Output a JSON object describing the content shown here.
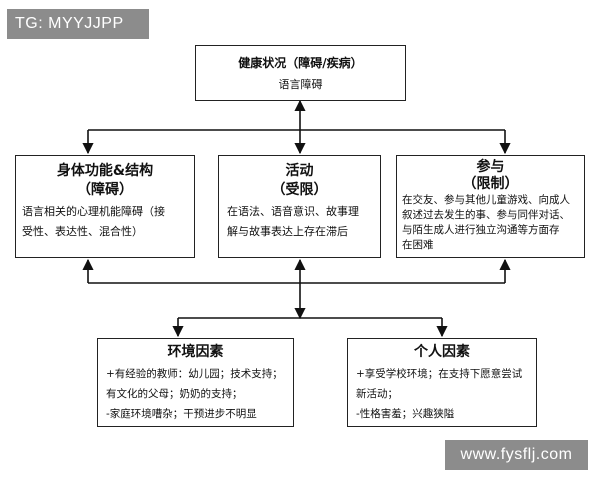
{
  "watermark_top": "TG: MYYJJPP",
  "watermark_bottom": "www.fysflj.com",
  "health": {
    "title": "健康状况（障碍/疾病）",
    "subtitle": "语言障碍"
  },
  "body_function": {
    "title": "身体功能&结构",
    "subtitle": "（障碍）",
    "lines": [
      "语言相关的心理机能障碍（接",
      "受性、表达性、混合性）"
    ]
  },
  "activity": {
    "title": "活动",
    "subtitle": "（受限）",
    "lines": [
      "在语法、语音意识、故事理",
      "解与故事表达上存在滞后"
    ]
  },
  "participation": {
    "title": "参与",
    "subtitle": "（限制）",
    "lines": [
      "在交友、参与其他儿童游戏、向成人",
      "叙述过去发生的事、参与同伴对话、",
      "与陌生成人进行独立沟通等方面存",
      "在困难"
    ]
  },
  "environment": {
    "title": "环境因素",
    "lines": [
      "+有经验的教师：幼儿园；技术支持；",
      "有文化的父母；奶奶的支持；",
      "-家庭环境嘈杂；干预进步不明显"
    ]
  },
  "personal": {
    "title": "个人因素",
    "lines": [
      "+享受学校环境；在支持下愿意尝试",
      "新活动；",
      "-性格害羞；兴趣狭隘"
    ]
  }
}
